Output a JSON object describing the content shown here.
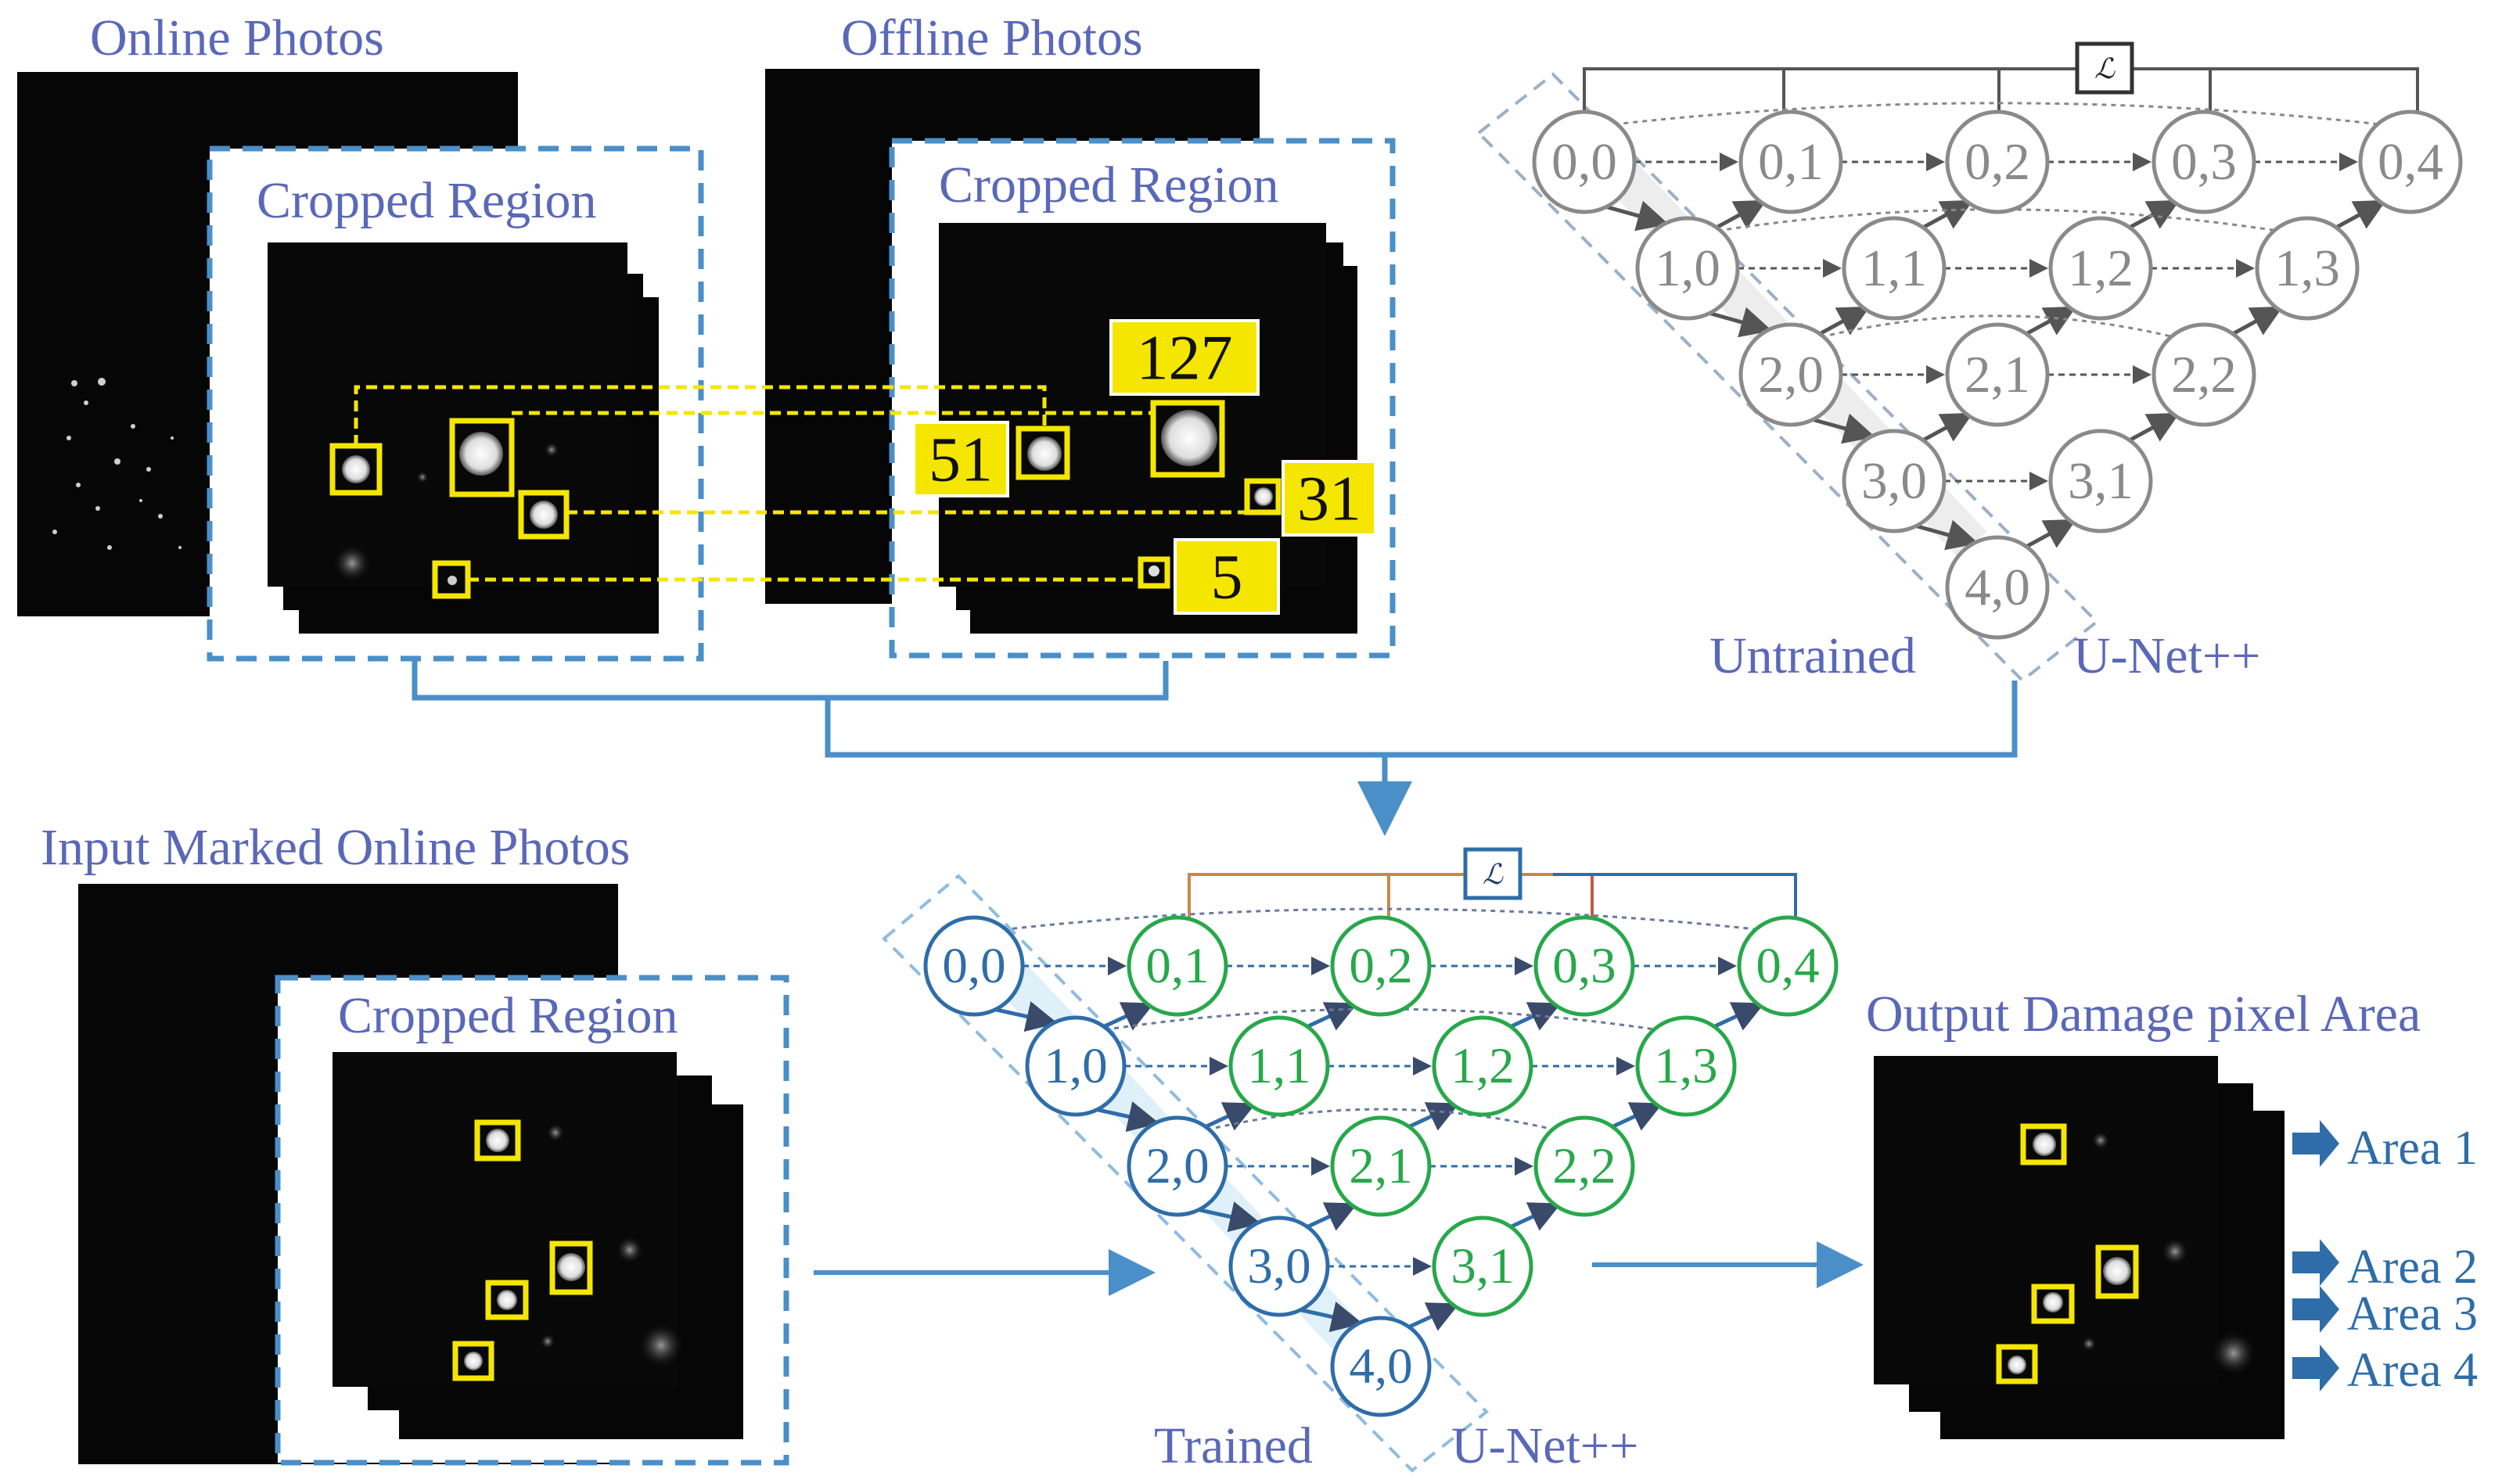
{
  "labels": {
    "online_photos": "Online Photos",
    "offline_photos": "Offline Photos",
    "cropped_region_1": "Cropped Region",
    "cropped_region_2": "Cropped Region",
    "cropped_region_3": "Cropped Region",
    "untrained": "Untrained",
    "unet_top": "U-Net++",
    "input_marked": "Input Marked Online Photos",
    "trained": "Trained",
    "unet_bottom": "U-Net++",
    "output_area": "Output Damage pixel Area",
    "loss_symbol": "ℒ"
  },
  "defect_numbers": [
    "127",
    "51",
    "31",
    "5"
  ],
  "areas": [
    "Area 1",
    "Area 2",
    "Area 3",
    "Area 4"
  ],
  "unet_nodes": [
    "0,0",
    "0,1",
    "0,2",
    "0,3",
    "0,4",
    "1,0",
    "1,1",
    "1,2",
    "1,3",
    "2,0",
    "2,1",
    "2,2",
    "3,0",
    "3,1",
    "4,0"
  ],
  "colors": {
    "label_blue": "#5a68b8",
    "accent_blue": "#4a8fc8",
    "encoder_blue": "#2e6da8",
    "decoder_green": "#27a84a",
    "marker_yellow": "#f5e600",
    "untrained_gray": "#8a8a8a"
  }
}
